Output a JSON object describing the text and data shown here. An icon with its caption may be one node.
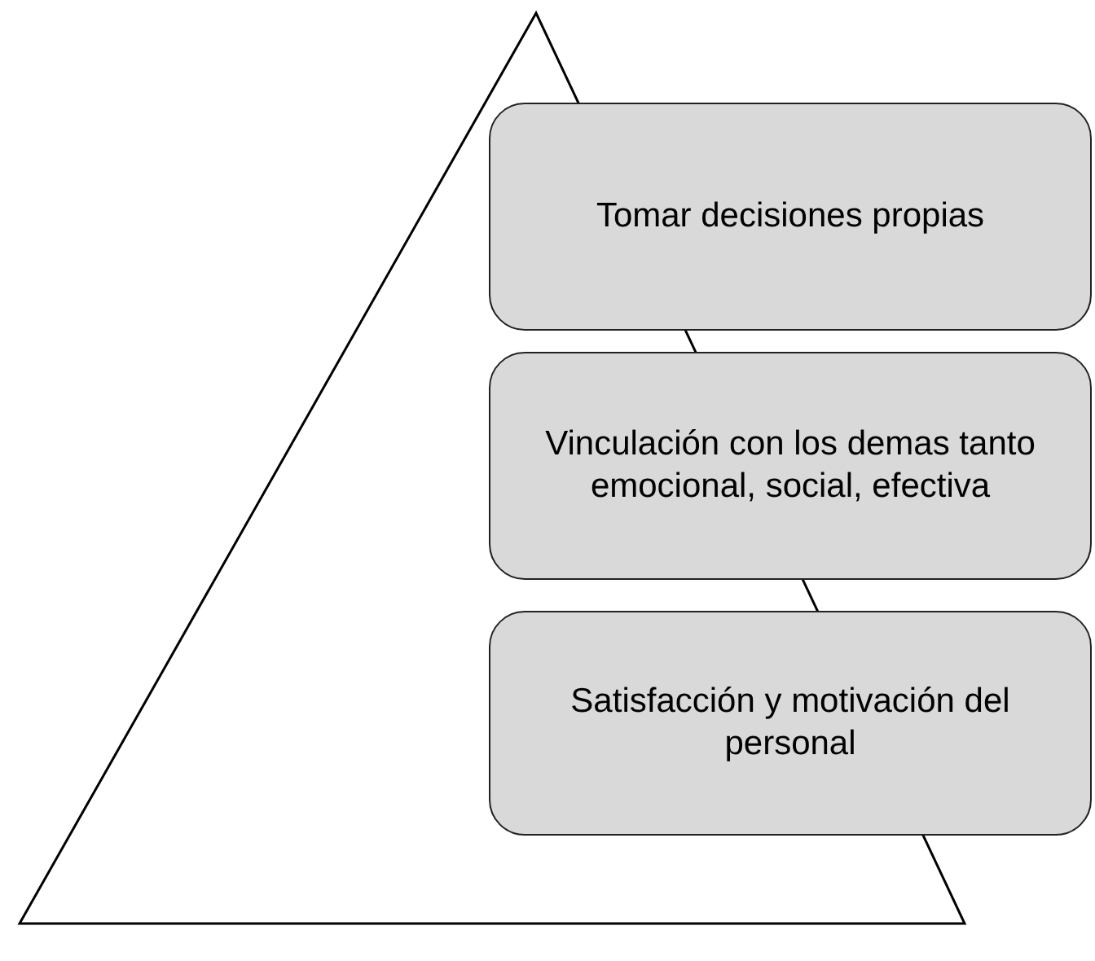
{
  "diagram": {
    "nodes": [
      {
        "text": [
          "Tomar decisiones propias"
        ]
      },
      {
        "text": [
          "Vinculación con los demas tanto emocional, social, efectiva"
        ]
      },
      {
        "text": [
          "Satisfacción y motivación del personal"
        ]
      }
    ]
  }
}
